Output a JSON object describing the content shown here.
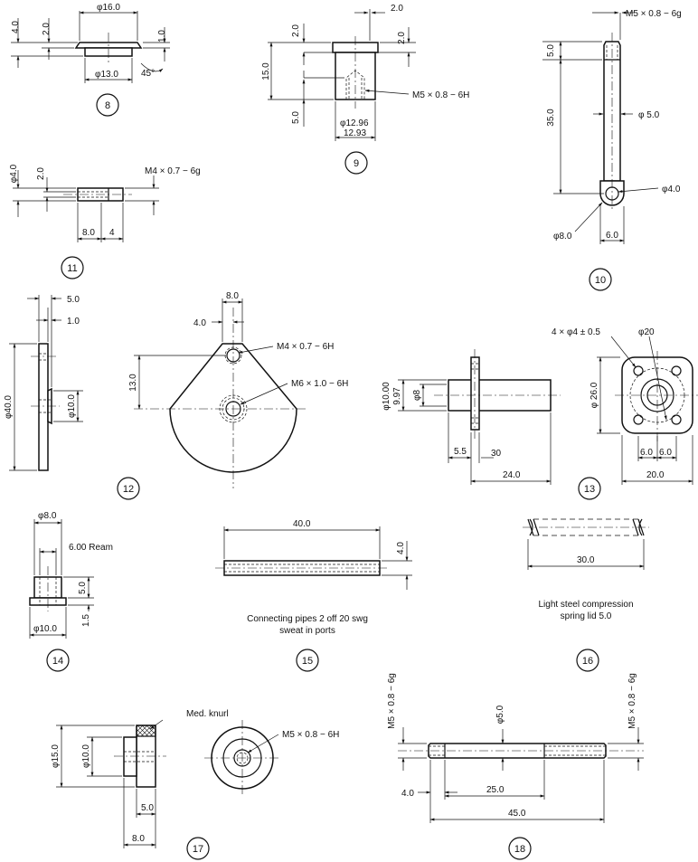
{
  "parts": {
    "p8": {
      "number": "8",
      "d16": "φ16.0",
      "d13": "φ13.0",
      "h4": "4.0",
      "h2": "2.0",
      "h1": "1.0",
      "chamfer": "45°"
    },
    "p9": {
      "number": "9",
      "h2a": "2.0",
      "h2b": "2.0",
      "h15": "15.0",
      "h5": "5.0",
      "thread": "M5 × 0.8 − 6H",
      "d1296": "φ12.96",
      "d1293": "12.93"
    },
    "p10": {
      "number": "10",
      "thread": "M5 × 0.8 − 6g",
      "l5": "5.0",
      "l35": "35.0",
      "d5": "φ 5.0",
      "d4": "φ4.0",
      "d8": "φ8.0",
      "w6": "6.0"
    },
    "p11": {
      "number": "11",
      "d4": "φ4.0",
      "h2": "2.0",
      "thread": "M4 × 0.7 − 6g",
      "l8": "8.0",
      "l4": "4"
    },
    "p12": {
      "number": "12",
      "w5": "5.0",
      "w1": "1.0",
      "d40": "φ40.0",
      "d10": "φ10.0",
      "w8": "8.0",
      "w4": "4.0",
      "h13": "13.0",
      "thread_a": "M4 × 0.7 − 6H",
      "thread_b": "M6 × 1.0 − 6H"
    },
    "p13": {
      "number": "13",
      "holes": "4 × φ4 ± 0.5",
      "d20": "φ20",
      "d26": "φ 26.0",
      "d10": "φ10.00",
      "d997": "9.97",
      "d8": "φ8",
      "l55": "5.5",
      "l30": "30",
      "l24": "24.0",
      "w6a": "6.0",
      "w6b": "6.0",
      "w20": "20.0"
    },
    "p14": {
      "number": "14",
      "d8": "φ8.0",
      "ream": "6.00 Ream",
      "h5": "5.0",
      "h15": "1.5",
      "d10": "φ10.0"
    },
    "p15": {
      "number": "15",
      "l40": "40.0",
      "d4": "4.0",
      "note": "Connecting pipes 2 off 20 swg sweat in ports"
    },
    "p16": {
      "number": "16",
      "l30": "30.0",
      "note": "Light steel compression spring lid 5.0"
    },
    "p17": {
      "number": "17",
      "knurl": "Med. knurl",
      "d15": "φ15.0",
      "d10": "φ10.0",
      "thread": "M5 × 0.8 − 6H",
      "w5": "5.0",
      "w8": "8.0"
    },
    "p18": {
      "number": "18",
      "thread_l": "M5 × 0.8 − 6g",
      "thread_r": "M5 × 0.8 − 6g",
      "d5": "φ5.0",
      "l4": "4.0",
      "l25": "25.0",
      "l45": "45.0"
    }
  },
  "notes": {
    "p15_line1": "Connecting pipes 2 off 20 swg",
    "p15_line2": "sweat in ports",
    "p16_line1": "Light steel compression",
    "p16_line2": "spring lid 5.0"
  }
}
